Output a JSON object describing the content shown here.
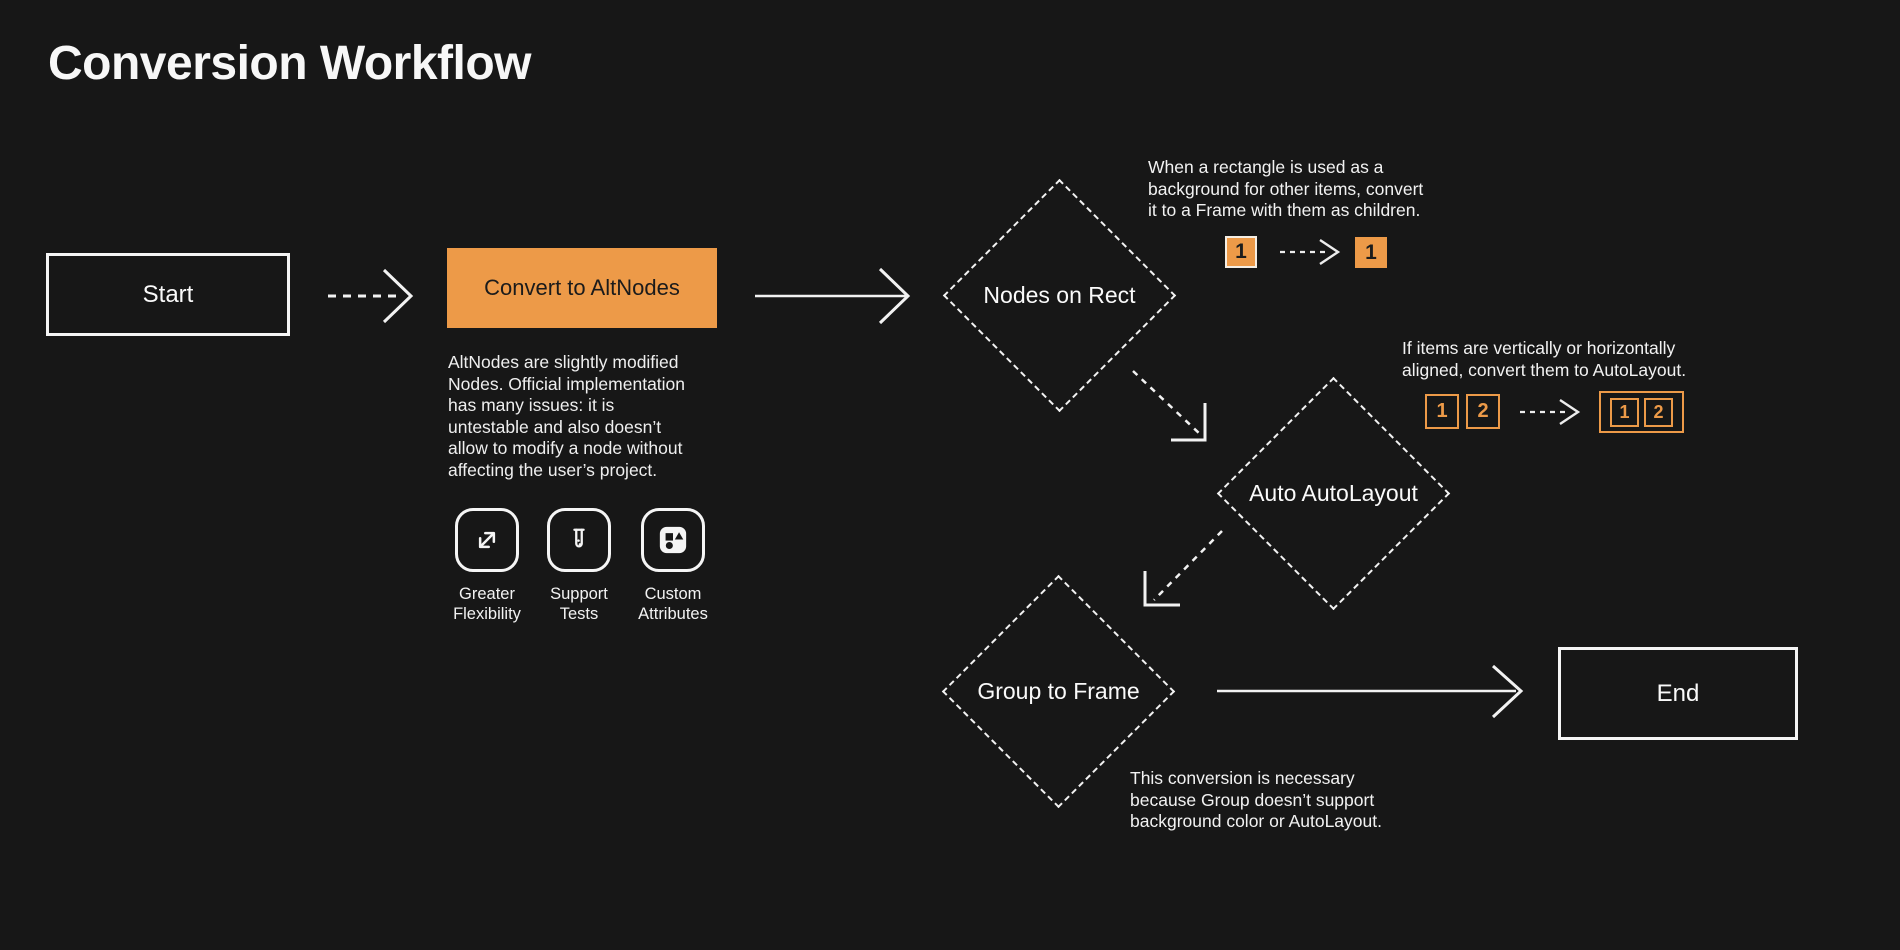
{
  "title": "Conversion Workflow",
  "colors": {
    "background": "#171717",
    "accent": "#ED9A48",
    "stroke": "#F2F2F2"
  },
  "nodes": {
    "start": {
      "label": "Start"
    },
    "convert_to_altnodes": {
      "label": "Convert to AltNodes",
      "description": "AltNodes are slightly modified\nNodes. Official implementation\nhas many issues: it is\nuntestable and also doesn’t\nallow to modify a node without\naffecting the user’s project."
    },
    "nodes_on_rect": {
      "label": "Nodes on Rect",
      "note": "When a rectangle is used as a\nbackground for other items, convert\nit to a Frame with them as children."
    },
    "auto_autolayout": {
      "label": "Auto AutoLayout",
      "note": "If items are vertically or horizontally\naligned, convert them to AutoLayout."
    },
    "group_to_frame": {
      "label": "Group to Frame",
      "note": "This conversion is necessary\nbecause Group doesn’t support\nbackground color or AutoLayout."
    },
    "end": {
      "label": "End"
    }
  },
  "features": [
    {
      "icon": "expand-arrows-icon",
      "label": "Greater Flexibility"
    },
    {
      "icon": "test-tube-icon",
      "label": "Support Tests"
    },
    {
      "icon": "shapes-icon",
      "label": "Custom Attributes"
    }
  ],
  "demos": {
    "rect_to_frame": {
      "before": "1",
      "after": "1"
    },
    "autolayout": {
      "items_before": [
        "1",
        "2"
      ],
      "items_after": [
        "1",
        "2"
      ]
    }
  }
}
